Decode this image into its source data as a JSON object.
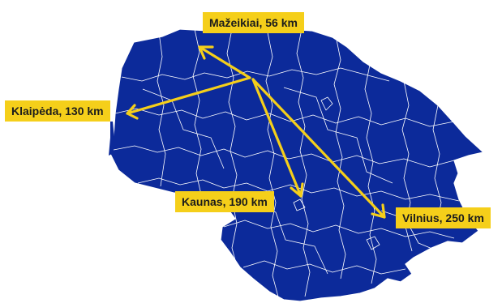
{
  "map": {
    "region_color": "#0c2a9a",
    "border_color": "#ffffff",
    "arrow_color": "#f5cf1a",
    "label_bg": "#f5cf1a",
    "label_text_color": "#1c1c1c"
  },
  "destinations": [
    {
      "id": "mazeikiai",
      "label": "Mažeikiai, 56 km"
    },
    {
      "id": "klaipeda",
      "label": "Klaipėda, 130 km"
    },
    {
      "id": "kaunas",
      "label": "Kaunas, 190 km"
    },
    {
      "id": "vilnius",
      "label": "Vilnius, 250 km"
    }
  ]
}
